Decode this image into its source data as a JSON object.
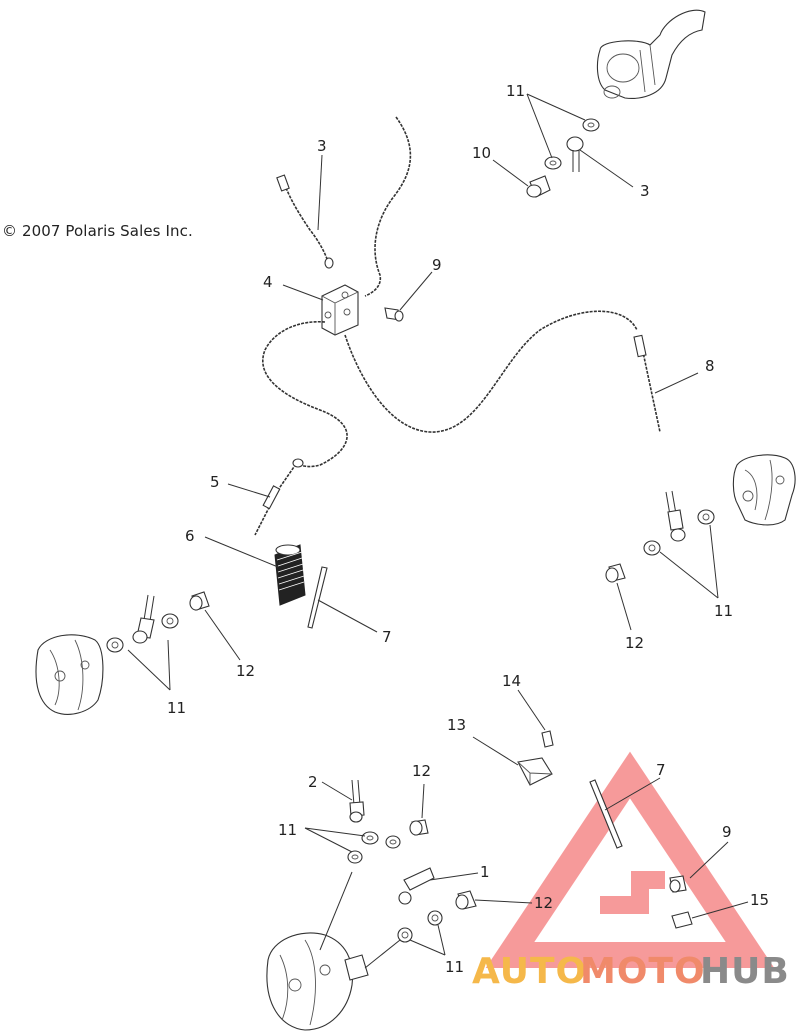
{
  "copyright": "© 2007 Polaris Sales Inc.",
  "watermark": {
    "word_a": "AUTO",
    "word_b": "MOTO",
    "word_c": "HUB",
    "color_a": "#f5b84a",
    "color_b": "#f08a6a",
    "color_c": "#8a8a8a",
    "triangle_color": "#f26b6b"
  },
  "callouts": {
    "c3a": "3",
    "c3b": "3",
    "c11a": "11",
    "c10": "10",
    "c4": "4",
    "c9a": "9",
    "c8": "8",
    "c5": "5",
    "c6": "6",
    "c7a": "7",
    "c12a": "12",
    "c11b": "11",
    "c12b": "12",
    "c11c": "11",
    "c14": "14",
    "c13": "13",
    "c7b": "7",
    "c2": "2",
    "c12c": "12",
    "c11d": "11",
    "c9b": "9",
    "c1": "1",
    "c12d": "12",
    "c15": "15",
    "c11e": "11"
  }
}
